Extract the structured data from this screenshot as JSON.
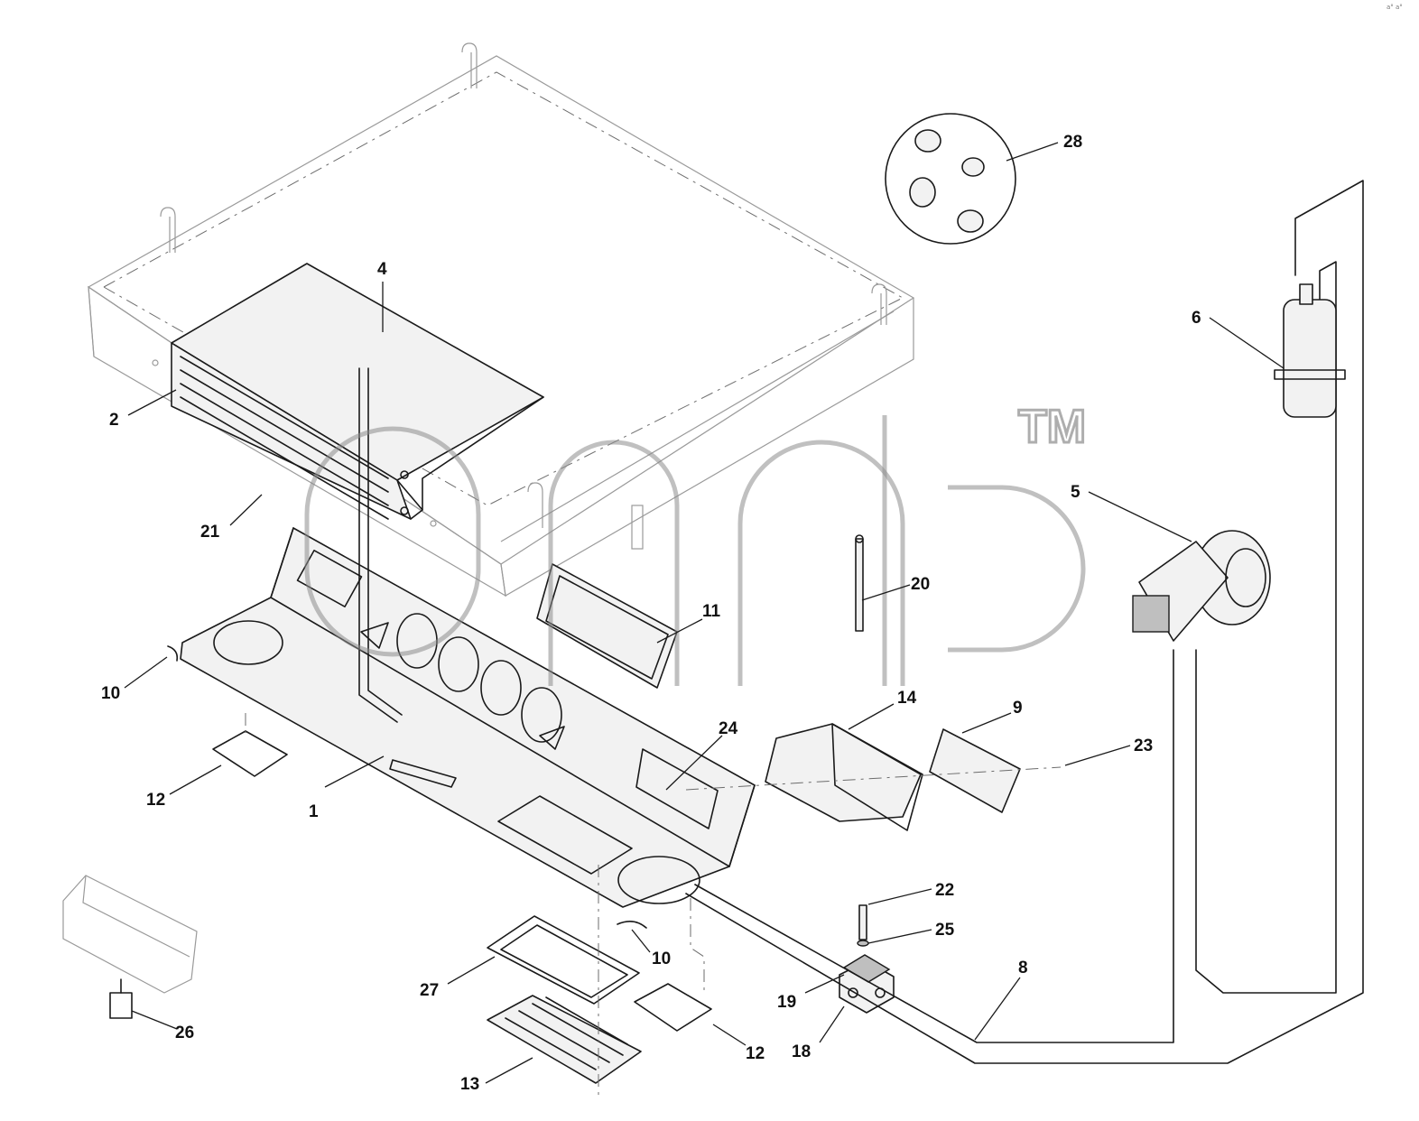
{
  "diagram": {
    "callouts": [
      {
        "id": "1",
        "label": "1"
      },
      {
        "id": "2",
        "label": "2"
      },
      {
        "id": "4",
        "label": "4"
      },
      {
        "id": "5",
        "label": "5"
      },
      {
        "id": "6",
        "label": "6"
      },
      {
        "id": "8",
        "label": "8"
      },
      {
        "id": "9",
        "label": "9"
      },
      {
        "id": "10a",
        "label": "10"
      },
      {
        "id": "10b",
        "label": "10"
      },
      {
        "id": "11",
        "label": "11"
      },
      {
        "id": "12a",
        "label": "12"
      },
      {
        "id": "12b",
        "label": "12"
      },
      {
        "id": "13",
        "label": "13"
      },
      {
        "id": "14",
        "label": "14"
      },
      {
        "id": "18",
        "label": "18"
      },
      {
        "id": "19",
        "label": "19"
      },
      {
        "id": "20",
        "label": "20"
      },
      {
        "id": "21",
        "label": "21"
      },
      {
        "id": "22",
        "label": "22"
      },
      {
        "id": "23",
        "label": "23"
      },
      {
        "id": "24",
        "label": "24"
      },
      {
        "id": "25",
        "label": "25"
      },
      {
        "id": "26",
        "label": "26"
      },
      {
        "id": "27",
        "label": "27"
      },
      {
        "id": "28",
        "label": "28"
      }
    ],
    "watermark": {
      "trademark": "TM"
    },
    "corner_note": "a° a°"
  }
}
